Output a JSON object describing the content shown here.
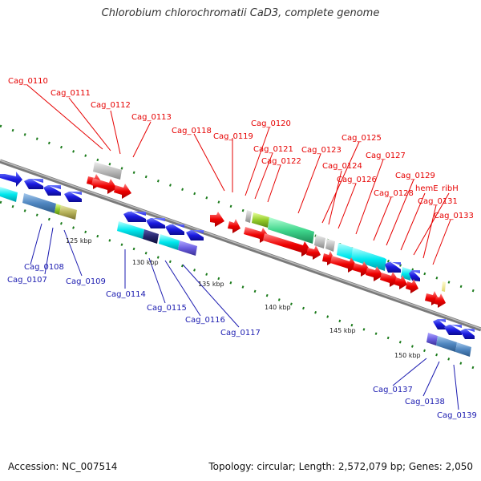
{
  "title": "Chlorobium chlorochromatii CaD3, complete genome",
  "footer": {
    "accession": "Accession: NC_007514",
    "summary": "Topology: circular; Length: 2,572,079 bp; Genes: 2,050"
  },
  "colors": {
    "forward": "#e60000",
    "reverse": "#1414cc",
    "backbone": "#888888",
    "tick": "#1a7a1a"
  },
  "scale_labels": [
    "125 kbp",
    "130 kbp",
    "135 kbp",
    "140 kbp",
    "145 kbp",
    "150 kbp"
  ],
  "gene_labels_top": [
    "Cag_0110",
    "Cag_0111",
    "Cag_0112",
    "Cag_0113",
    "Cag_0118",
    "Cag_0119",
    "Cag_0120",
    "Cag_0121",
    "Cag_0122",
    "Cag_0123",
    "Cag_0125",
    "Cag_0124",
    "Cag_0126",
    "Cag_0127",
    "Cag_0128",
    "Cag_0129",
    "hemE",
    "ribH",
    "Cag_0131",
    "Cag_0133"
  ],
  "gene_labels_bottom": [
    "Cag_0108",
    "Cag_0107",
    "Cag_0109",
    "Cag_0114",
    "Cag_0115",
    "Cag_0116",
    "Cag_0117",
    "Cag_0137",
    "Cag_0138",
    "Cag_0139"
  ]
}
